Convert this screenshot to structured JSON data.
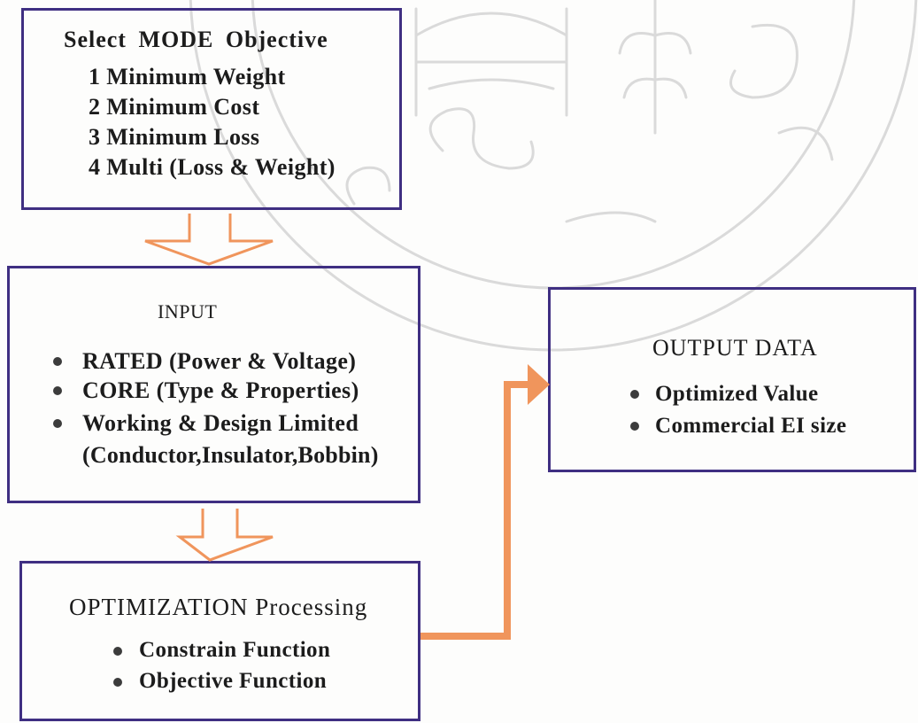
{
  "colors": {
    "box_border": "#3f2f82",
    "arrow": "#f0955c",
    "text": "#1c1c1c",
    "bullet": "#3c3c3c",
    "watermark": "#dadada"
  },
  "watermark": {
    "icon": "university-seal-icon",
    "text": "ยพระจอมเกล้าเจ้าคุณทหารลาดก"
  },
  "mode_box": {
    "title": "Select MODE Objective",
    "options": [
      "1 Minimum Weight",
      "2 Minimum Cost",
      "3 Minimum Loss",
      "4 Multi (Loss & Weight)"
    ]
  },
  "input_box": {
    "title": "INPUT",
    "items": [
      {
        "text": "RATED (Power & Voltage)"
      },
      {
        "text": "CORE (Type & Properties)"
      },
      {
        "text": "Working & Design Limited",
        "detail": "(Conductor,Insulator,Bobbin)"
      }
    ]
  },
  "optimization_box": {
    "title": "OPTIMIZATION Processing",
    "items": [
      "Constrain Function",
      "Objective Function"
    ]
  },
  "output_box": {
    "title": "OUTPUT DATA",
    "items": [
      "Optimized Value",
      "Commercial EI size"
    ]
  }
}
